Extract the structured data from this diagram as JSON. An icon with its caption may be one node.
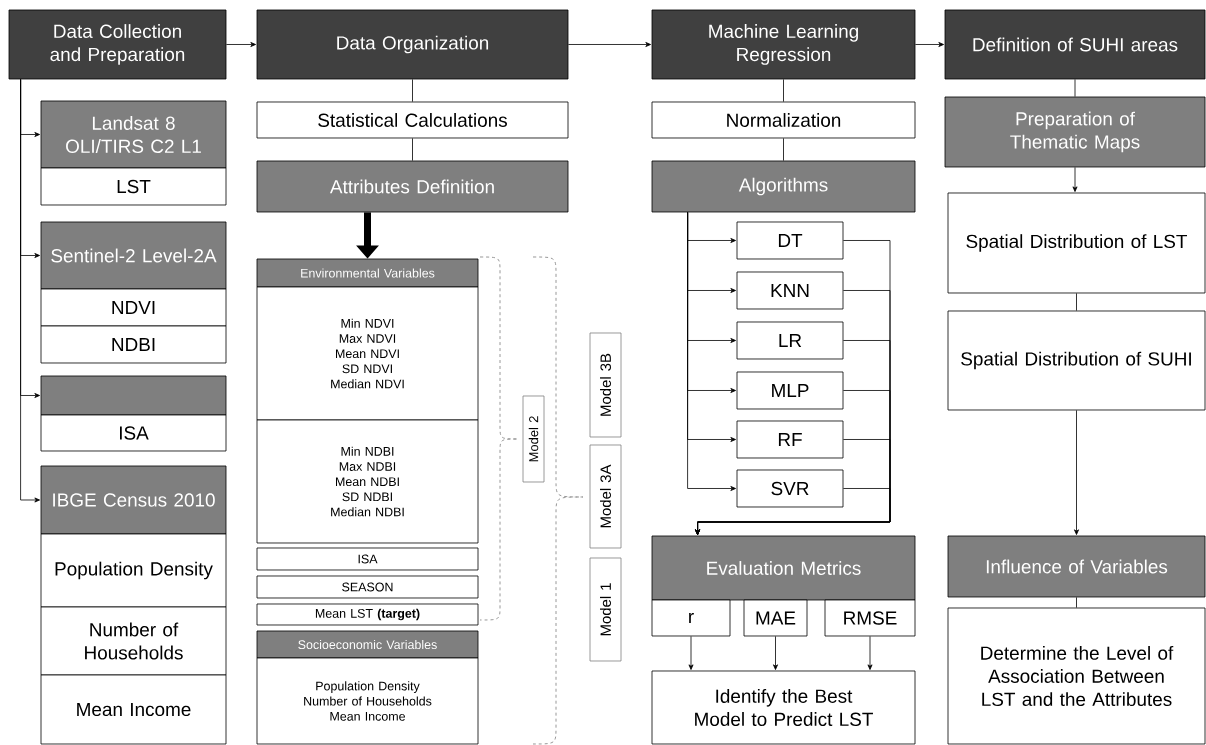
{
  "diagram": {
    "nodes": [
      {
        "text": [
          "Data Collection and Preparation"
        ]
      },
      {
        "text": [
          "Landsat 8 OLI/TIRS C2 L1"
        ]
      },
      {
        "text": [
          "LST"
        ]
      },
      {
        "text": [
          "Sentinel-2 Level-2A"
        ]
      },
      {
        "text": [
          "NDVI"
        ]
      },
      {
        "text": [
          "NDBI"
        ]
      },
      {
        "text": [],
        "shape": "box"
      },
      {
        "text": [
          "ISA"
        ]
      },
      {
        "text": [
          "IBGE Census 2010"
        ]
      },
      {
        "text": [
          "Population Density"
        ]
      },
      {
        "text": [
          "Number of Households"
        ]
      },
      {
        "text": [
          "Mean Income"
        ]
      },
      {
        "text": [
          "Data Organization"
        ]
      },
      {
        "text": [
          "Statistical Calculations"
        ]
      },
      {
        "text": [
          "Attributes Definition"
        ]
      },
      {
        "text": [
          "Environmental Variables"
        ]
      },
      {
        "text": [
          "Min NDVI",
          "Max NDVI",
          "Mean NDVI",
          "SD NDVI",
          "Median NDVI"
        ]
      },
      {
        "text": [
          "Min NDBI",
          "Max NDBI",
          "Mean NDBI",
          "SD NDBI",
          "Median NDBI"
        ]
      },
      {
        "text": [
          "ISA"
        ]
      },
      {
        "text": [
          "SEASON"
        ]
      },
      {
        "text": [
          "Mean LST **(target)**"
        ]
      },
      {
        "text": [
          "Socioeconomic Variables"
        ]
      },
      {
        "text": [
          "Population Density",
          "Number of Households",
          "Mean Income"
        ]
      },
      {
        "text": [
          "Model 2"
        ]
      },
      {
        "text": [
          "Model 3B"
        ]
      },
      {
        "text": [
          "Model 3A"
        ]
      },
      {
        "text": [
          "Model 1"
        ]
      },
      {
        "text": [
          "Machine Learning Regression"
        ]
      },
      {
        "text": [
          "Normalization"
        ]
      },
      {
        "text": [
          "Algorithms"
        ]
      },
      {
        "text": [
          "DT"
        ]
      },
      {
        "text": [
          "KNN"
        ]
      },
      {
        "text": [
          "LR"
        ]
      },
      {
        "text": [
          "MLP"
        ]
      },
      {
        "text": [
          "RF"
        ]
      },
      {
        "text": [
          "SVR"
        ]
      },
      {
        "text": [
          "Evaluation Metrics"
        ]
      },
      {
        "text": [
          "r"
        ]
      },
      {
        "text": [
          "MAE"
        ]
      },
      {
        "text": [
          "RMSE"
        ]
      },
      {
        "text": [
          "Identify the Best Model to Predict LST"
        ]
      },
      {
        "text": [
          "Definition of SUHI areas"
        ]
      },
      {
        "text": [
          "Preparation of Thematic Maps"
        ]
      },
      {
        "text": [
          "Spatial Distribution of LST"
        ]
      },
      {
        "text": [
          "Spatial Distribution of SUHI"
        ]
      },
      {
        "text": [
          "Influence of Variables"
        ]
      },
      {
        "text": [
          "Determine the Level of Association Between LST and the Attributes"
        ]
      }
    ],
    "edges": [
      {
        "from": 0,
        "to": 12,
        "arrow": "to"
      },
      {
        "from": 12,
        "to": 27,
        "arrow": "to"
      },
      {
        "from": 27,
        "to": 41,
        "arrow": "to"
      },
      {
        "from": 0,
        "to": 1,
        "arrow": "to"
      },
      {
        "from": 0,
        "to": 3,
        "arrow": "to"
      },
      {
        "from": 0,
        "to": 6,
        "arrow": "to"
      },
      {
        "from": 0,
        "to": 8,
        "arrow": "to"
      },
      {
        "from": 12,
        "to": 13,
        "arrow": "none"
      },
      {
        "from": 13,
        "to": 14,
        "arrow": "none"
      },
      {
        "from": 14,
        "to": 15,
        "arrow": "to",
        "style": "thick"
      },
      {
        "from": 27,
        "to": 28,
        "arrow": "none"
      },
      {
        "from": 28,
        "to": 29,
        "arrow": "none"
      },
      {
        "from": 29,
        "to": 30,
        "arrow": "to"
      },
      {
        "from": 29,
        "to": 31,
        "arrow": "to"
      },
      {
        "from": 29,
        "to": 32,
        "arrow": "to"
      },
      {
        "from": 29,
        "to": 33,
        "arrow": "to"
      },
      {
        "from": 29,
        "to": 34,
        "arrow": "to"
      },
      {
        "from": 29,
        "to": 35,
        "arrow": "to"
      },
      {
        "from": 30,
        "to": 36,
        "arrow": "to"
      },
      {
        "from": 31,
        "to": 36,
        "arrow": "to"
      },
      {
        "from": 32,
        "to": 36,
        "arrow": "to"
      },
      {
        "from": 33,
        "to": 36,
        "arrow": "to"
      },
      {
        "from": 34,
        "to": 36,
        "arrow": "to"
      },
      {
        "from": 35,
        "to": 36,
        "arrow": "to"
      },
      {
        "from": 37,
        "to": 40,
        "arrow": "to"
      },
      {
        "from": 38,
        "to": 40,
        "arrow": "to"
      },
      {
        "from": 39,
        "to": 40,
        "arrow": "to"
      },
      {
        "from": 41,
        "to": 42,
        "arrow": "none"
      },
      {
        "from": 42,
        "to": 43,
        "arrow": "to"
      },
      {
        "from": 43,
        "to": 44,
        "arrow": "none"
      },
      {
        "from": 44,
        "to": 45,
        "arrow": "to"
      },
      {
        "from": 45,
        "to": 46,
        "arrow": "none"
      }
    ]
  }
}
